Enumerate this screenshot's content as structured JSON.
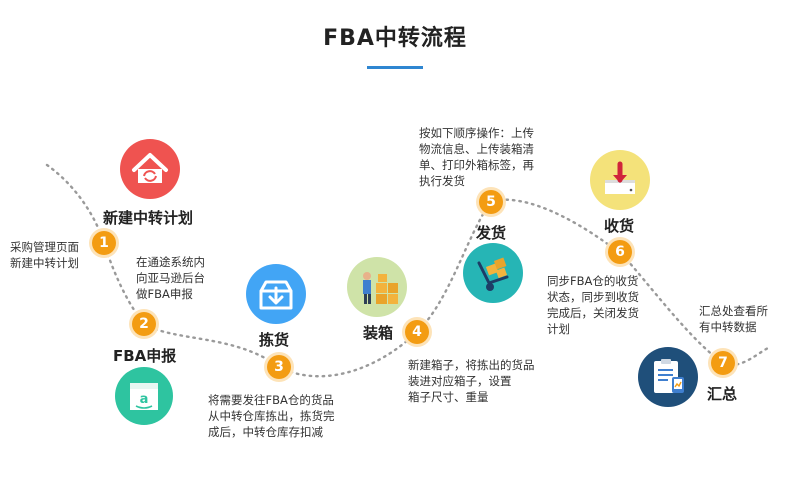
{
  "title": "FBA中转流程",
  "steps": [
    {
      "num": "1",
      "label": "新建中转计划",
      "desc": [
        "采购管理页面",
        "新建中转计划"
      ],
      "icon": "home-sync-icon",
      "color": "#ef5350"
    },
    {
      "num": "2",
      "label": "FBA申报",
      "desc": [
        "在通途系统内",
        "向亚马逊后台",
        "做FBA申报"
      ],
      "icon": "amazon-box-icon",
      "color": "#2ec4a0"
    },
    {
      "num": "3",
      "label": "拣货",
      "desc": [
        "将需要发往FBA仓的货品",
        "从中转仓库拣出，拣货完",
        "成后，中转仓库存扣减"
      ],
      "icon": "download-box-icon",
      "color": "#42a5f5"
    },
    {
      "num": "4",
      "label": "装箱",
      "desc": [
        "新建箱子，将拣出的货品",
        "装进对应箱子，设置",
        "箱子尺寸、重量"
      ],
      "icon": "worker-boxes-icon",
      "color": "#cfe3a8"
    },
    {
      "num": "5",
      "label": "发货",
      "desc": [
        "按如下顺序操作：上传",
        "物流信息、上传装箱清",
        "单、打印外箱标签，再",
        "执行发货"
      ],
      "icon": "hand-truck-icon",
      "color": "#26b5b5"
    },
    {
      "num": "6",
      "label": "收货",
      "desc": [
        "同步FBA仓的收货",
        "状态，同步到收货",
        "完成后，关闭发货",
        "计划"
      ],
      "icon": "inbox-arrow-icon",
      "color": "#f4e27a"
    },
    {
      "num": "7",
      "label": "汇总",
      "desc": [
        "汇总处查看所",
        "有中转数据"
      ],
      "icon": "report-clipboard-icon",
      "color": "#1f4f7a"
    }
  ]
}
